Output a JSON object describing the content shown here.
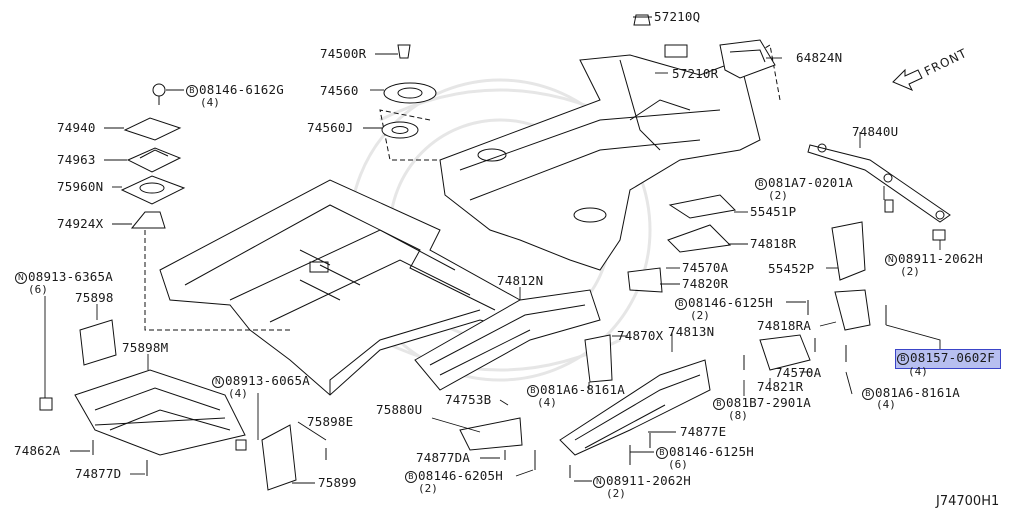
{
  "diagram": {
    "front_label": "FRONT",
    "reference": "J74700H1",
    "highlight_color": "#b7bff0",
    "callouts": [
      {
        "id": "c57210Q",
        "text": "57210Q"
      },
      {
        "id": "c74500R",
        "text": "74500R"
      },
      {
        "id": "c64824N",
        "text": "64824N"
      },
      {
        "id": "c08146_6162G",
        "prefix": "B",
        "text": "08146-6162G",
        "qty": "(4)"
      },
      {
        "id": "c57210R",
        "text": "57210R"
      },
      {
        "id": "c74560",
        "text": "74560"
      },
      {
        "id": "c74560J",
        "text": "74560J"
      },
      {
        "id": "c74940",
        "text": "74940"
      },
      {
        "id": "c74963",
        "text": "74963"
      },
      {
        "id": "c75960N",
        "text": "75960N"
      },
      {
        "id": "c74924X",
        "text": "74924X"
      },
      {
        "id": "c74840U",
        "text": "74840U"
      },
      {
        "id": "c081A7_0201A",
        "prefix": "B",
        "text": "081A7-0201A",
        "qty": "(2)"
      },
      {
        "id": "c55451P",
        "text": "55451P"
      },
      {
        "id": "c74818R",
        "text": "74818R"
      },
      {
        "id": "c08911_2062H_r",
        "prefix": "N",
        "text": "08911-2062H",
        "qty": "(2)"
      },
      {
        "id": "c08913_6365A",
        "prefix": "N",
        "text": "08913-6365A",
        "qty": "(6)"
      },
      {
        "id": "c74570A_top",
        "text": "74570A"
      },
      {
        "id": "c74820R",
        "text": "74820R"
      },
      {
        "id": "c55452P",
        "text": "55452P"
      },
      {
        "id": "c75898",
        "text": "75898"
      },
      {
        "id": "c74812N",
        "text": "74812N"
      },
      {
        "id": "c08146_6125H_r",
        "prefix": "B",
        "text": "08146-6125H",
        "qty": "(2)"
      },
      {
        "id": "c74870X",
        "text": "74870X"
      },
      {
        "id": "c74813N",
        "text": "74813N"
      },
      {
        "id": "c74818RA",
        "text": "74818RA"
      },
      {
        "id": "c75898M",
        "text": "75898M"
      },
      {
        "id": "c08157_0602F",
        "prefix": "B",
        "text": "08157-0602F",
        "qty": "(4)",
        "highlighted": true
      },
      {
        "id": "c74570A_mid",
        "text": "74570A"
      },
      {
        "id": "c08913_6065A",
        "prefix": "N",
        "text": "08913-6065A",
        "qty": "(4)"
      },
      {
        "id": "c081A6_8161A_c",
        "prefix": "B",
        "text": "081A6-8161A",
        "qty": "(4)"
      },
      {
        "id": "c74821R",
        "text": "74821R"
      },
      {
        "id": "c74753B",
        "text": "74753B"
      },
      {
        "id": "c081A6_8161A_r",
        "prefix": "B",
        "text": "081A6-8161A",
        "qty": "(4)"
      },
      {
        "id": "c081B7_2901A",
        "prefix": "B",
        "text": "081B7-2901A",
        "qty": "(8)"
      },
      {
        "id": "c75880U",
        "text": "75880U"
      },
      {
        "id": "c75898E",
        "text": "75898E"
      },
      {
        "id": "c74877E",
        "text": "74877E"
      },
      {
        "id": "c74862A",
        "text": "74862A"
      },
      {
        "id": "c08146_6125H_b",
        "prefix": "B",
        "text": "08146-6125H",
        "qty": "(6)"
      },
      {
        "id": "c74877DA",
        "text": "74877DA"
      },
      {
        "id": "c74877D",
        "text": "74877D"
      },
      {
        "id": "c75899",
        "text": "75899"
      },
      {
        "id": "c08146_6205H",
        "prefix": "B",
        "text": "08146-6205H",
        "qty": "(2)"
      },
      {
        "id": "c08911_2062H_b",
        "prefix": "N",
        "text": "08911-2062H",
        "qty": "(2)"
      }
    ]
  }
}
